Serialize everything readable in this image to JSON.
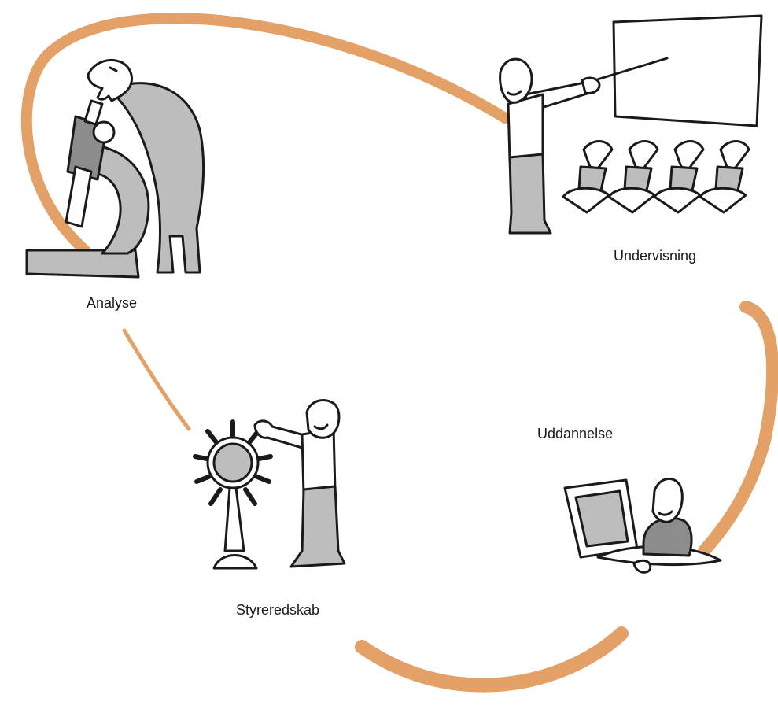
{
  "colors": {
    "arc": "#e3a067",
    "ink": "#1a1a1a",
    "fill_grey": "#bdbdbd",
    "dark_grey": "#8c8c8c",
    "background": "#ffffff"
  },
  "stages": [
    {
      "id": "analyse",
      "label": "Analyse",
      "icon": "microscope-scientist-icon"
    },
    {
      "id": "undervisning",
      "label": "Undervisning",
      "icon": "teacher-whiteboard-audience-icon"
    },
    {
      "id": "uddannelse",
      "label": "Uddannelse",
      "icon": "person-at-computer-icon"
    },
    {
      "id": "styreredskab",
      "label": "Styreredskab",
      "icon": "person-steering-wheel-icon"
    }
  ]
}
